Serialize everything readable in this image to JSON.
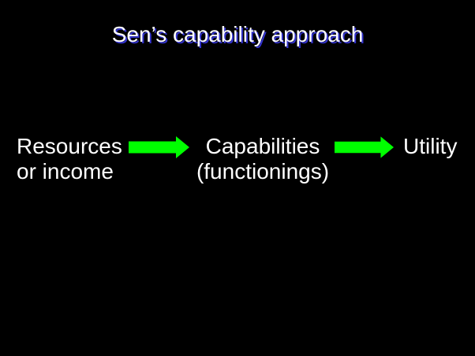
{
  "title": "Sen’s capability approach",
  "flow": {
    "nodes": [
      {
        "id": "resources",
        "lines": [
          "Resources",
          "or income"
        ]
      },
      {
        "id": "capabilities",
        "lines": [
          "Capabilities",
          "(functionings)"
        ]
      },
      {
        "id": "utility",
        "lines": [
          "Utility"
        ]
      }
    ],
    "arrows": [
      {
        "icon": "arrow-right-icon"
      },
      {
        "icon": "arrow-right-icon"
      }
    ]
  },
  "colors": {
    "background": "#000000",
    "text": "#ffffff",
    "arrow": "#00ff00",
    "title_shadow": "#3333cc"
  }
}
